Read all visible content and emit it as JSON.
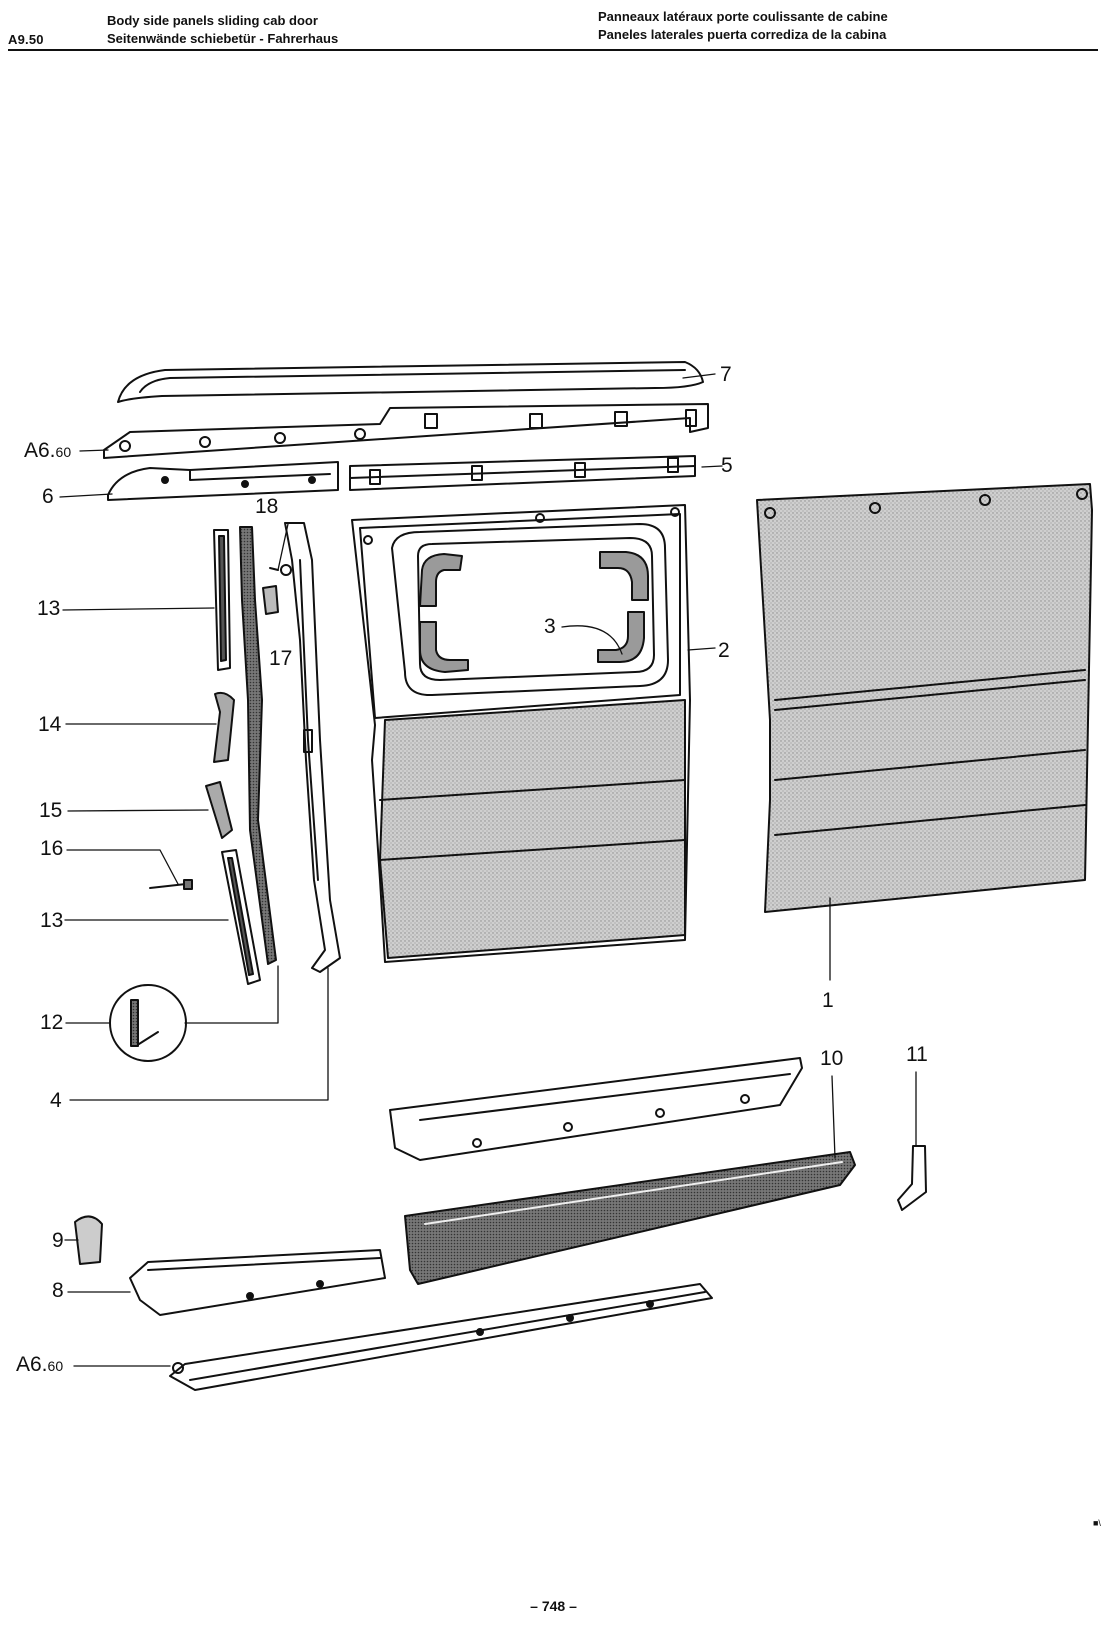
{
  "header": {
    "code": "A9.50",
    "title_en": "Body side panels sliding cab door",
    "title_de": "Seitenwände schiebetür - Fahrerhaus",
    "title_fr": "Panneaux latéraux porte coulissante de cabine",
    "title_es": "Paneles laterales puerta corrediza de la cabina"
  },
  "callouts": {
    "c1": "1",
    "c2": "2",
    "c3": "3",
    "c4": "4",
    "c5": "5",
    "c6": "6",
    "c7": "7",
    "c8": "8",
    "c9": "9",
    "c10": "10",
    "c11": "11",
    "c12": "12",
    "c13a": "13",
    "c13b": "13",
    "c14": "14",
    "c15": "15",
    "c16": "16",
    "c17": "17",
    "c18": "18",
    "ref_top": "A6.",
    "ref_top_small": "60",
    "ref_bottom": "A6.",
    "ref_bottom_small": "60"
  },
  "footer": {
    "page": "– 748 –",
    "mark": "■\\"
  }
}
